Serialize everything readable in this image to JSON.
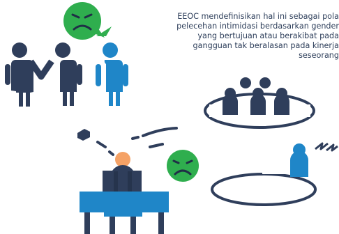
{
  "caption": {
    "lines": [
      "EEOC mendefinisikan hal ini sebagai pola",
      "pelecehan intimidasi berdasarkan gender",
      "yang bertujuan atau berakibat pada",
      "gangguan tak beralasan pada kinerja",
      "seseorang"
    ]
  },
  "colors": {
    "navy": "#2f3e5b",
    "blue": "#1f86c8",
    "green": "#2fae4e",
    "orange": "#f5a266",
    "ring": "#2f3e5b"
  },
  "icons": [
    "sad-face-speech-bubble-icon",
    "group-of-three-people-icon",
    "bullied-person-icon",
    "sad-face-icon",
    "ringed-group-icon",
    "ringed-person-icon"
  ]
}
